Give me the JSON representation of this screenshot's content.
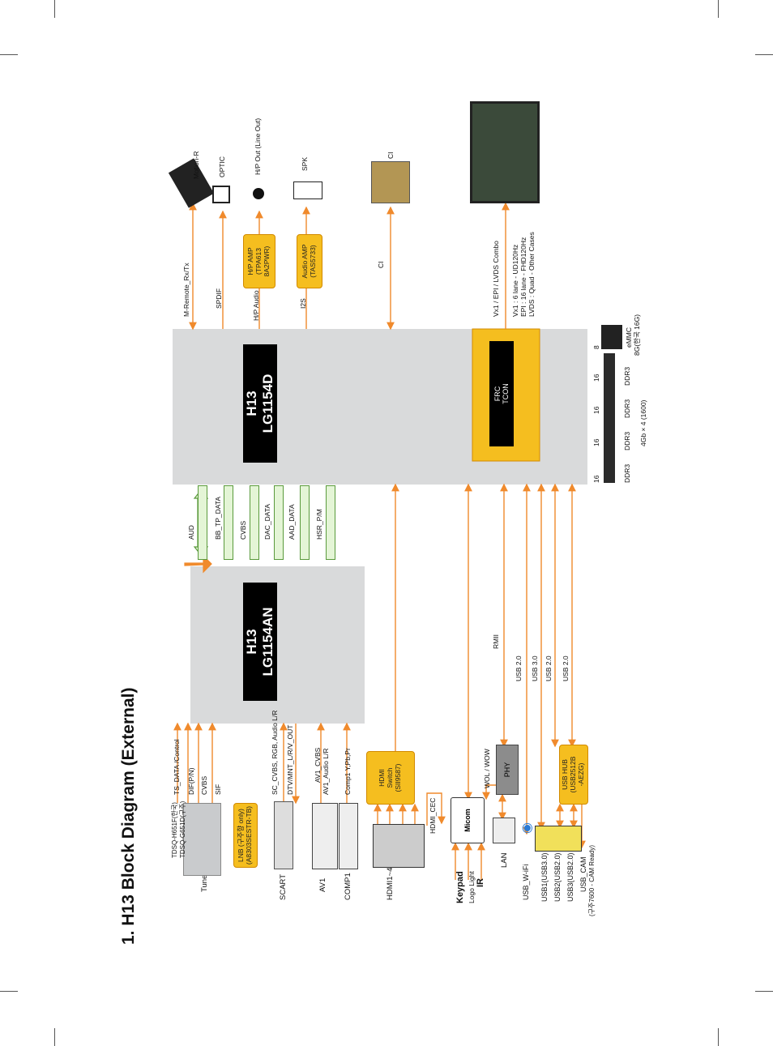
{
  "title": "1. H13 Block Diagram (External)",
  "chips": {
    "main": [
      "H13",
      "LG1154D"
    ],
    "sub": [
      "H13",
      "LG1154AN"
    ],
    "frc": [
      "FRC",
      "TCON"
    ]
  },
  "tuner": {
    "label": "Tuner",
    "models": [
      "TDSQ-H651F(한국)",
      "TDSQ-G651D(구주)"
    ],
    "lnb": [
      "LNB (구주향 only)",
      "(A8303SESTR-TB)"
    ],
    "signals": [
      "TS_DATA /Control",
      "DIF(P/N)",
      "CVBS",
      "SIF"
    ]
  },
  "scart": {
    "label": "SCART",
    "signals": [
      "SC_CVBS, RGB, Audio L/R",
      "DTV/MNT_L/R/V_OUT"
    ]
  },
  "av1": {
    "label": "AV1",
    "signals": [
      "AV1_CVBS",
      "AV1_Audio L/R"
    ]
  },
  "comp1": {
    "label": "COMP1",
    "signals": [
      "Comp1 Y,Pb,Pr"
    ]
  },
  "hdmi": {
    "label": "HDMI1~4",
    "switch": [
      "HDMI",
      "Switch",
      "(SII9587)"
    ],
    "cec": "HDMI_CEC"
  },
  "micom": {
    "label": "Micom",
    "keypad": "Keypad",
    "logo_light": "Logo Light",
    "ir": "IR",
    "wol": "WOL / WOW"
  },
  "lan": {
    "label": "LAN",
    "phy": "PHY",
    "rmii": "RMII"
  },
  "usb": {
    "wifi": "USB_W-iFi",
    "usb1": "USB1(USB3.0)",
    "usb2": "USB2(USB2.0)",
    "usb3": "USB3(USB2.0)",
    "cam": [
      "USB_CAM",
      "(구주7600 - CAM Ready)"
    ],
    "hub": [
      "USB HUB",
      "(USB2512B",
      "-AEZG)"
    ],
    "links": [
      "USB 2.0",
      "USB 3.0",
      "USB 2.0",
      "USB 2.0"
    ]
  },
  "buses": [
    "AUD",
    "BB_TP_DATA",
    "CVBS",
    "DAC_DATA",
    "AAD_DATA",
    "HSR_P/M"
  ],
  "outputs": {
    "motion_r": "Motion-R",
    "m_remote": "M-Remote_Rx/Tx",
    "optic": "OPTIC",
    "spdif": "SPDIF",
    "hp_out": "H/P Out (Line Out)",
    "hp_audio": "H/P Audio L/R",
    "hp_amp": [
      "H/P AMP",
      "(TPA613",
      "8A2PWR)"
    ],
    "spk": "SPK",
    "i2s": "I2S",
    "audio_amp": [
      "Audio AMP",
      "(TAS5733)"
    ],
    "ci_top": "CI",
    "ci": "CI",
    "panel_link": "Vx1 / EPI / LVDS Combo",
    "panel_notes": [
      "Vx1 : 6 lane    - UD120Hz",
      "EPI : 16 lane  - FHD120Hz",
      "LVDS : Quad - Other Cases"
    ]
  },
  "memory": {
    "widths": [
      "16",
      "16",
      "16",
      "16",
      "8"
    ],
    "ddr": [
      "DDR3",
      "DDR3",
      "DDR3",
      "DDR3"
    ],
    "ddr_total": "4Gb × 4 (1600)",
    "emmc": [
      "eMMC",
      "8G(한국 16G)"
    ]
  },
  "colors": {
    "arrow": "#f08a2c",
    "chip": "#000000",
    "yellow": "#f5be1f",
    "block": "#d9dadb",
    "bus_fill": "#e4f5d6",
    "bus_stroke": "#5a9a3c"
  }
}
